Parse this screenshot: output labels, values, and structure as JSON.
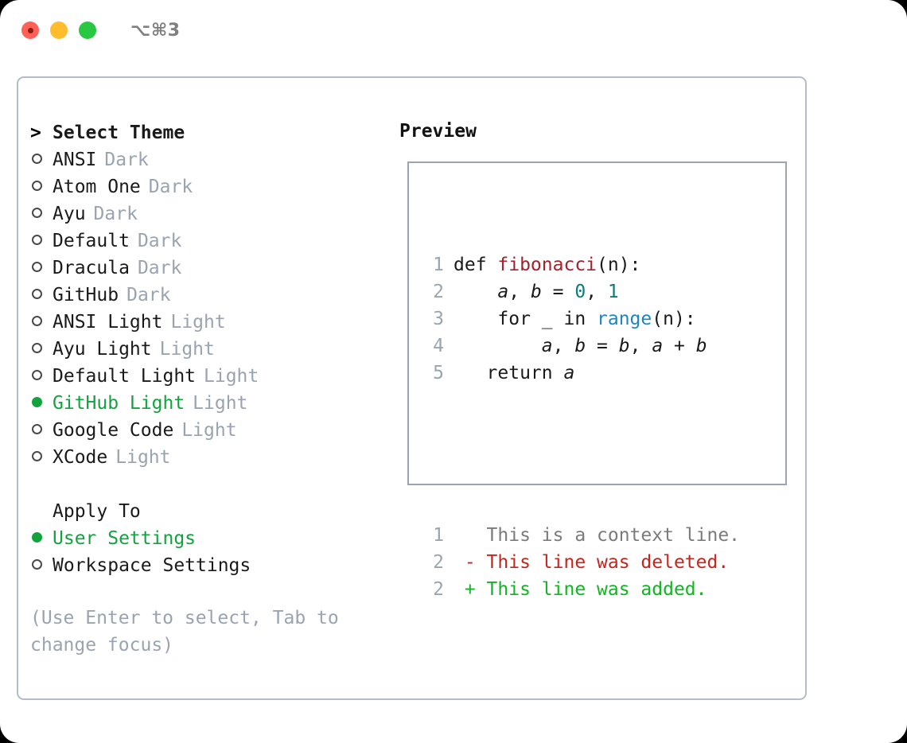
{
  "window": {
    "shortcut": "⌥⌘3",
    "traffic_lights": [
      "close-red",
      "minimize-yellow",
      "maximize-green"
    ]
  },
  "theme_picker": {
    "prompt_marker": ">",
    "title": "Select Theme",
    "items": [
      {
        "marker": "○",
        "label": "ANSI",
        "badge": "Dark",
        "selected": false
      },
      {
        "marker": "○",
        "label": "Atom One",
        "badge": "Dark",
        "selected": false
      },
      {
        "marker": "○",
        "label": "Ayu",
        "badge": "Dark",
        "selected": false
      },
      {
        "marker": "○",
        "label": "Default",
        "badge": "Dark",
        "selected": false
      },
      {
        "marker": "○",
        "label": "Dracula",
        "badge": "Dark",
        "selected": false
      },
      {
        "marker": "○",
        "label": "GitHub",
        "badge": "Dark",
        "selected": false
      },
      {
        "marker": "○",
        "label": "ANSI Light",
        "badge": "Light",
        "selected": false
      },
      {
        "marker": "○",
        "label": "Ayu Light",
        "badge": "Light",
        "selected": false
      },
      {
        "marker": "○",
        "label": "Default Light",
        "badge": "Light",
        "selected": false
      },
      {
        "marker": "●",
        "label": "GitHub Light",
        "badge": "Light",
        "selected": true
      },
      {
        "marker": "○",
        "label": "Google Code",
        "badge": "Light",
        "selected": false
      },
      {
        "marker": "○",
        "label": "XCode",
        "badge": "Light",
        "selected": false
      }
    ]
  },
  "apply_to": {
    "heading": "Apply To",
    "options": [
      {
        "marker": "●",
        "label": "User Settings",
        "selected": true
      },
      {
        "marker": "○",
        "label": "Workspace Settings",
        "selected": false
      }
    ]
  },
  "hint": "(Use Enter to select, Tab to change focus)",
  "preview": {
    "heading": "Preview",
    "code_lines": [
      {
        "num": "1",
        "tokens": [
          {
            "text": "def ",
            "kind": "plain"
          },
          {
            "text": "fibonacci",
            "kind": "fn"
          },
          {
            "text": "(n):",
            "kind": "plain"
          }
        ]
      },
      {
        "num": "2",
        "tokens": [
          {
            "text": "    ",
            "kind": "plain"
          },
          {
            "text": "a",
            "kind": "var"
          },
          {
            "text": ", ",
            "kind": "plain"
          },
          {
            "text": "b",
            "kind": "var"
          },
          {
            "text": " = ",
            "kind": "plain"
          },
          {
            "text": "0",
            "kind": "num"
          },
          {
            "text": ", ",
            "kind": "plain"
          },
          {
            "text": "1",
            "kind": "num"
          }
        ]
      },
      {
        "num": "3",
        "tokens": [
          {
            "text": "    for _ in ",
            "kind": "plain"
          },
          {
            "text": "range",
            "kind": "call"
          },
          {
            "text": "(n):",
            "kind": "plain"
          }
        ]
      },
      {
        "num": "4",
        "tokens": [
          {
            "text": "        ",
            "kind": "plain"
          },
          {
            "text": "a",
            "kind": "var"
          },
          {
            "text": ", ",
            "kind": "plain"
          },
          {
            "text": "b",
            "kind": "var"
          },
          {
            "text": " = ",
            "kind": "plain"
          },
          {
            "text": "b",
            "kind": "var"
          },
          {
            "text": ", ",
            "kind": "plain"
          },
          {
            "text": "a",
            "kind": "var"
          },
          {
            "text": " + ",
            "kind": "plain"
          },
          {
            "text": "b",
            "kind": "var"
          }
        ]
      },
      {
        "num": "5",
        "tokens": [
          {
            "text": "   return ",
            "kind": "plain"
          },
          {
            "text": "a",
            "kind": "var"
          }
        ]
      }
    ],
    "diff_lines": [
      {
        "num": "1",
        "sign": " ",
        "text": "This is a context line.",
        "kind": "context"
      },
      {
        "num": "2",
        "sign": "-",
        "text": "This line was deleted.",
        "kind": "deleted"
      },
      {
        "num": "2",
        "sign": "+",
        "text": "This line was added.",
        "kind": "added"
      }
    ]
  },
  "colors": {
    "selected_green": "#11a33d",
    "added_green": "#11b521",
    "deleted_red": "#c4261d",
    "muted": "#9aa3b0",
    "function_red": "#a3222b",
    "number_teal": "#0e7a7a",
    "call_blue": "#1a86c4",
    "border": "#b4bcc8"
  }
}
